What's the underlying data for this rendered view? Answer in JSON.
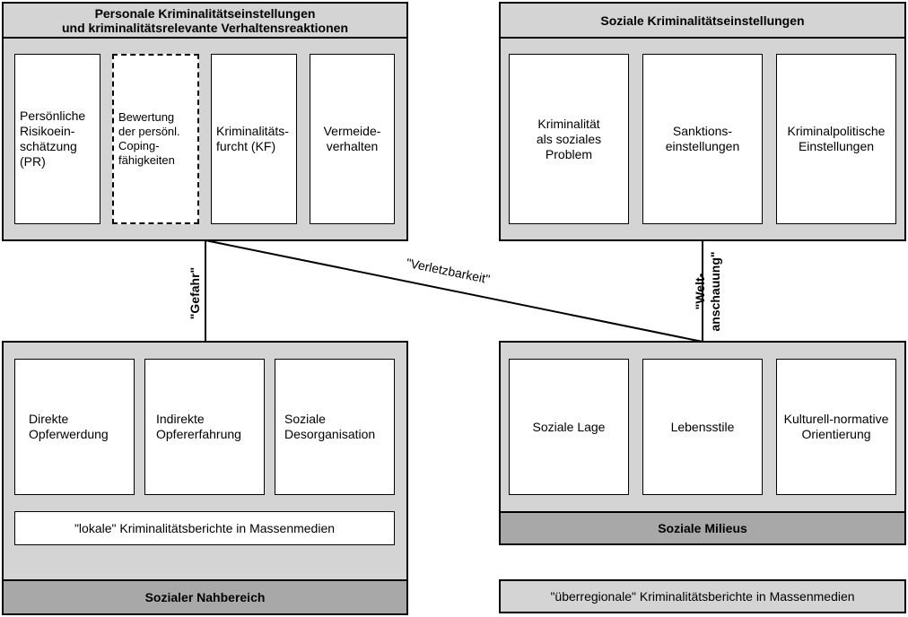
{
  "personal": {
    "title": "Personale Kriminalitätseinstellungen\nund kriminalitätsrelevante Verhaltensreaktionen",
    "boxes": [
      "Persönliche\nRisikoein-\nschätzung\n(PR)",
      "Bewertung\nder persönl.\nCoping-\nfähigkeiten",
      "Kriminalitäts-\nfurcht (KF)",
      "Vermeide-\nverhalten"
    ]
  },
  "social_attitudes": {
    "title": "Soziale Kriminalitätseinstellungen",
    "boxes": [
      "Kriminalität\nals soziales\nProblem",
      "Sanktions-\neinstellungen",
      "Kriminalpolitische\nEinstellungen"
    ]
  },
  "nahbereich": {
    "boxes": [
      "Direkte\nOpferwerdung",
      "Indirekte\nOpfererfahrung",
      "Soziale\nDesorganisation"
    ],
    "media": "\"lokale\" Kriminalitätsberichte  in Massenmedien",
    "footer": "Sozialer Nahbereich"
  },
  "milieus": {
    "boxes": [
      "Soziale Lage",
      "Lebensstile",
      "Kulturell-normative\nOrientierung"
    ],
    "footer": "Soziale Milieus"
  },
  "global_media": "\"überregionale\" Kriminalitätsberichte in Massenmedien",
  "connectors": {
    "gefahr": "\"Gefahr\"",
    "verletzbarkeit": "\"Verletzbarkeit\"",
    "weltanschauung": "\"Welt-\nanschauung\""
  }
}
